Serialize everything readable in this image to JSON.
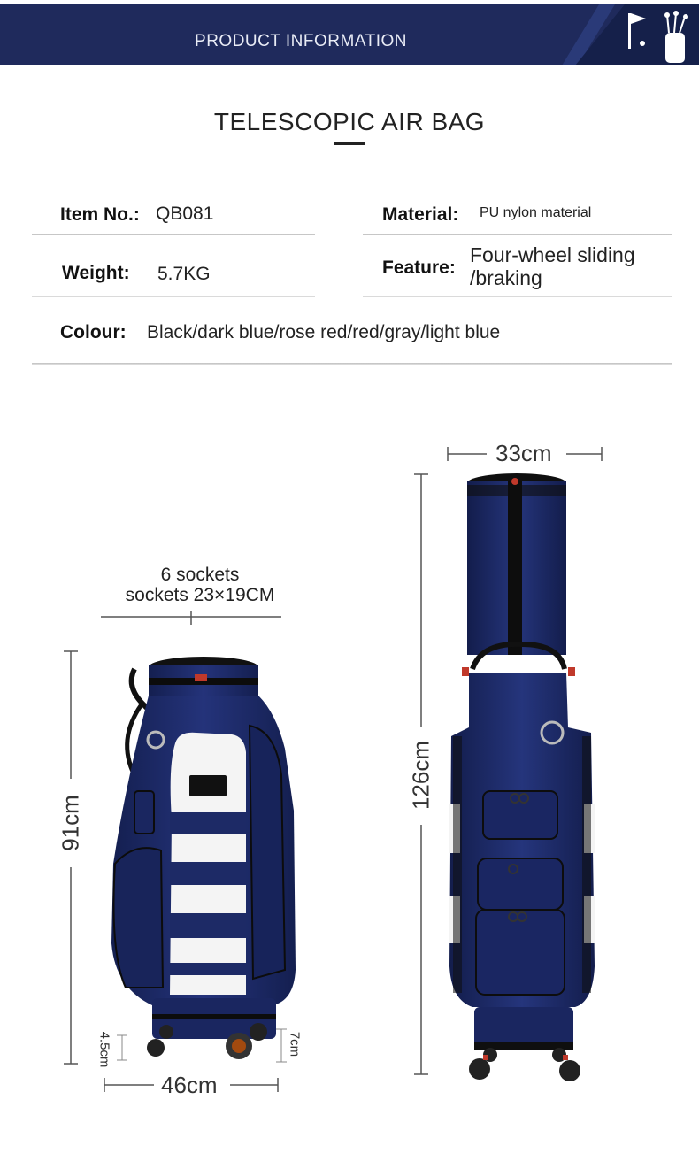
{
  "header": {
    "title": "PRODUCT INFORMATION"
  },
  "title": "TELESCOPIC AIR BAG",
  "specs": {
    "item_no": {
      "label": "Item No.:",
      "value": "QB081"
    },
    "material": {
      "label": "Material:",
      "value": "PU nylon material"
    },
    "weight": {
      "label": "Weight:",
      "value": "5.7KG"
    },
    "feature": {
      "label": "Feature:",
      "value_line1": "Four-wheel sliding",
      "value_line2": "/braking"
    },
    "colour": {
      "label": "Colour:",
      "value": "Black/dark blue/rose red/red/gray/light blue"
    }
  },
  "dimensions": {
    "sockets_line1": "6 sockets",
    "sockets_line2": "sockets 23×19CM",
    "left_height": "91cm",
    "left_width": "46cm",
    "wheel_left": "4.5cm",
    "wheel_right": "7cm",
    "right_top_width": "33cm",
    "right_height": "126cm"
  },
  "colors": {
    "header_bg": "#1f2a5c",
    "bag_navy": "#1d2a66",
    "bag_white": "#f4f4f4"
  }
}
